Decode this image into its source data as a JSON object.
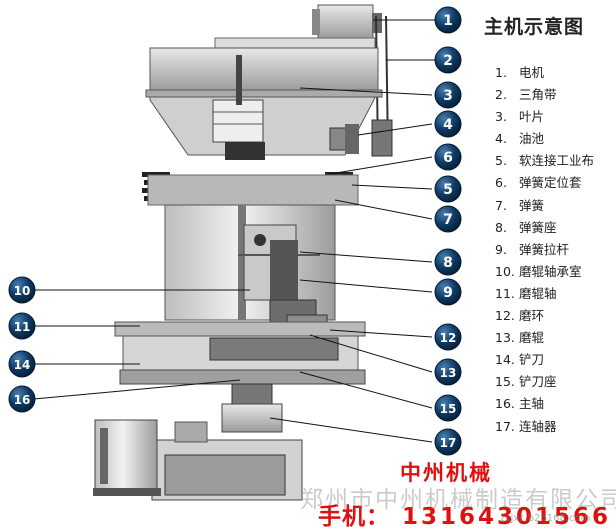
{
  "title": "主机示意图",
  "legend": [
    {
      "num": "1.",
      "name": "电机"
    },
    {
      "num": "2.",
      "name": "三角带"
    },
    {
      "num": "3.",
      "name": "叶片"
    },
    {
      "num": "4.",
      "name": "油池"
    },
    {
      "num": "5.",
      "name": "软连接工业布"
    },
    {
      "num": "6.",
      "name": "弹簧定位套"
    },
    {
      "num": "7.",
      "name": "弹簧"
    },
    {
      "num": "8.",
      "name": "弹簧座"
    },
    {
      "num": "9.",
      "name": "弹簧拉杆"
    },
    {
      "num": "10.",
      "name": "磨辊轴承室"
    },
    {
      "num": "11.",
      "name": "磨辊轴"
    },
    {
      "num": "12.",
      "name": "磨环"
    },
    {
      "num": "13.",
      "name": "磨辊"
    },
    {
      "num": "14.",
      "name": "铲刀"
    },
    {
      "num": "15.",
      "name": "铲刀座"
    },
    {
      "num": "16.",
      "name": "主轴"
    },
    {
      "num": "17.",
      "name": "连轴器"
    }
  ],
  "callouts": [
    "1",
    "2",
    "3",
    "4",
    "6",
    "5",
    "7",
    "8",
    "9",
    "10",
    "11",
    "12",
    "13",
    "14",
    "15",
    "16",
    "17"
  ],
  "company": "中州机械",
  "watermark": "郑州市中州机械制造有限公司",
  "phone_label": "手机：",
  "phone_number": "13164301566",
  "site": "zzjxc.b2b168.com"
}
